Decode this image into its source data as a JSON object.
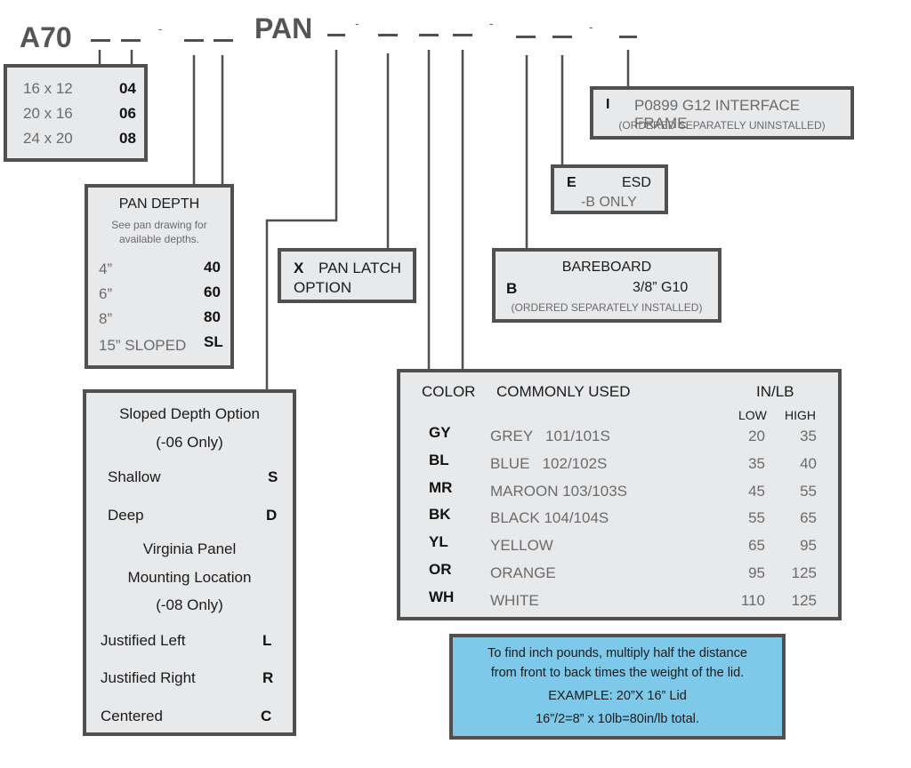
{
  "part_number": {
    "prefix": "A70",
    "pan": "PAN",
    "separator": "-"
  },
  "size_box": {
    "rows": [
      {
        "size": "16 x 12",
        "code": "04"
      },
      {
        "size": "20 x 16",
        "code": "06"
      },
      {
        "size": "24 x 20",
        "code": "08"
      }
    ]
  },
  "pan_depth": {
    "title": "PAN DEPTH",
    "note": "See pan drawing for available depths.",
    "rows": [
      {
        "depth": "4”",
        "code": "40"
      },
      {
        "depth": "6”",
        "code": "60"
      },
      {
        "depth": "8”",
        "code": "80"
      },
      {
        "depth": "15” SLOPED",
        "code": "SL"
      }
    ]
  },
  "sloped": {
    "title": "Sloped Depth Option",
    "subtitle": "(-06 Only)",
    "rows": [
      {
        "label": "Shallow",
        "code": "S"
      },
      {
        "label": "Deep",
        "code": "D"
      }
    ],
    "mount_title1": "Virginia Panel",
    "mount_title2": "Mounting Location",
    "mount_subtitle": "(-08 Only)",
    "mount_rows": [
      {
        "label": "Justified Left",
        "code": "L"
      },
      {
        "label": "Justified Right",
        "code": "R"
      },
      {
        "label": "Centered",
        "code": "C"
      }
    ]
  },
  "latch": {
    "code": "X",
    "line1": "PAN LATCH",
    "line2": "OPTION"
  },
  "bareboard": {
    "title": "BAREBOARD",
    "code": "B",
    "spec": "3/8” G10",
    "note": "(ORDERED SEPARATELY  INSTALLED)"
  },
  "esd": {
    "code": "E",
    "label": "ESD",
    "note": "-B ONLY"
  },
  "interface": {
    "code": "I",
    "label": "P0899 G12 INTERFACE FRAME",
    "note": "(ORDERED SEPARATELY UNINSTALLED)"
  },
  "color_table": {
    "h_color": "COLOR",
    "h_common": "COMMONLY USED",
    "h_inlb": "IN/LB",
    "h_low": "LOW",
    "h_high": "HIGH",
    "rows": [
      {
        "code": "GY",
        "name": "GREY   101/101S",
        "low": "20",
        "high": "35"
      },
      {
        "code": "BL",
        "name": "BLUE   102/102S",
        "low": "35",
        "high": "40"
      },
      {
        "code": "MR",
        "name": "MAROON 103/103S",
        "low": "45",
        "high": "55"
      },
      {
        "code": "BK",
        "name": "BLACK 104/104S",
        "low": "55",
        "high": "65"
      },
      {
        "code": "YL",
        "name": "YELLOW",
        "low": "65",
        "high": "95"
      },
      {
        "code": "OR",
        "name": "ORANGE",
        "low": "95",
        "high": "125"
      },
      {
        "code": "WH",
        "name": "WHITE",
        "low": "110",
        "high": "125"
      }
    ]
  },
  "note_box": {
    "line1": "To find inch pounds, multiply half the distance",
    "line2": "from front to back times the weight of the lid.",
    "line3": "EXAMPLE:  20”X 16” Lid",
    "line4": "16”/2=8” x 10lb=80in/lb total."
  }
}
